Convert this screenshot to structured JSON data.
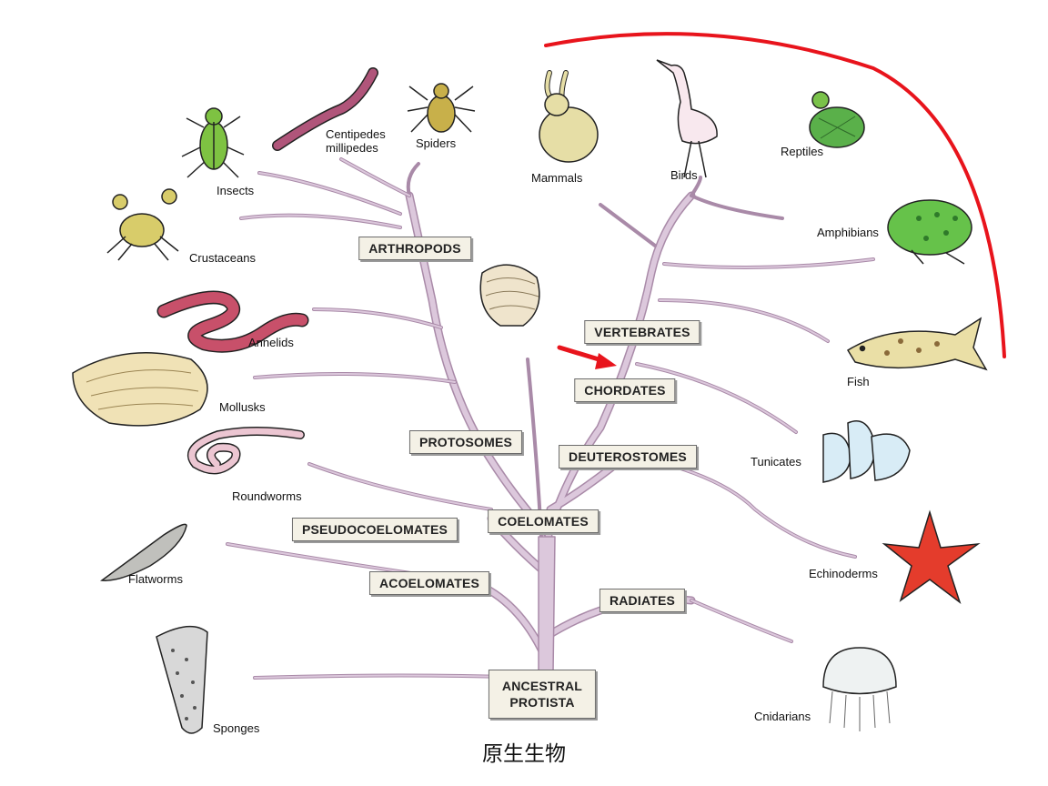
{
  "groups": {
    "ancestral": "ANCESTRAL\nPROTISTA",
    "radiates": "RADIATES",
    "acoelomates": "ACOELOMATES",
    "pseudocoelomates": "PSEUDOCOELOMATES",
    "coelomates": "COELOMATES",
    "protosomes": "PROTOSOMES",
    "deuterostomes": "DEUTEROSTOMES",
    "arthropods": "ARTHROPODS",
    "chordates": "CHORDATES",
    "vertebrates": "VERTEBRATES"
  },
  "organisms": {
    "insects": "Insects",
    "centipedes": "Centipedes\nmillipedes",
    "spiders": "Spiders",
    "crustaceans": "Crustaceans",
    "annelids": "Annelids",
    "mollusks": "Mollusks",
    "roundworms": "Roundworms",
    "flatworms": "Flatworms",
    "sponges": "Sponges",
    "mammals": "Mammals",
    "birds": "Birds",
    "reptiles": "Reptiles",
    "amphibians": "Amphibians",
    "fish": "Fish",
    "tunicates": "Tunicates",
    "echinoderms": "Echinoderms",
    "cnidarians": "Cnidarians"
  },
  "caption": "原生生物",
  "colors": {
    "branch": "#dcc8dc",
    "branch_outline": "#a98aa8",
    "highlight": "#e8141c",
    "box_fill": "#f4f1e6"
  }
}
